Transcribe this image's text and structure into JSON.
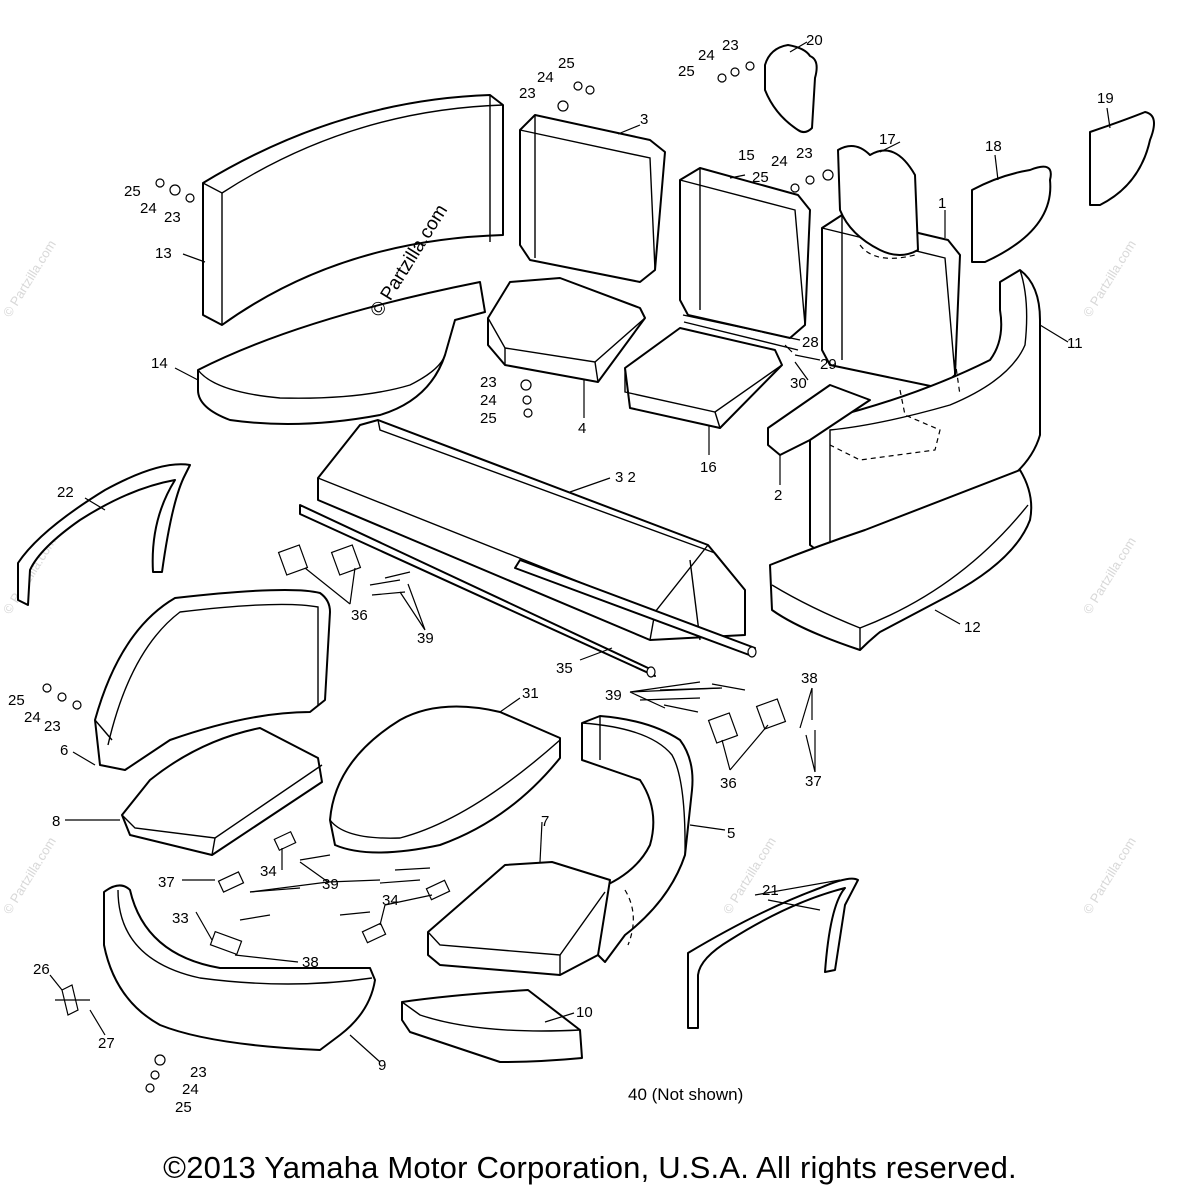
{
  "watermark": {
    "main": "© Partzilla.com",
    "faint": "© Partzilla.com"
  },
  "note": "40 (Not shown)",
  "copyright": "©2013  Yamaha Motor Corporation, U.S.A. All rights reserved.",
  "callouts": [
    {
      "id": "c1",
      "text": "1"
    },
    {
      "id": "c2",
      "text": "2"
    },
    {
      "id": "c3",
      "text": "3"
    },
    {
      "id": "c4",
      "text": "4"
    },
    {
      "id": "c5",
      "text": "5"
    },
    {
      "id": "c6",
      "text": "6"
    },
    {
      "id": "c7",
      "text": "7"
    },
    {
      "id": "c8",
      "text": "8"
    },
    {
      "id": "c9",
      "text": "9"
    },
    {
      "id": "c10",
      "text": "10"
    },
    {
      "id": "c11",
      "text": "11"
    },
    {
      "id": "c12",
      "text": "12"
    },
    {
      "id": "c13",
      "text": "13"
    },
    {
      "id": "c14",
      "text": "14"
    },
    {
      "id": "c15",
      "text": "15"
    },
    {
      "id": "c16",
      "text": "16"
    },
    {
      "id": "c17",
      "text": "17"
    },
    {
      "id": "c18",
      "text": "18"
    },
    {
      "id": "c19",
      "text": "19"
    },
    {
      "id": "c20",
      "text": "20"
    },
    {
      "id": "c21",
      "text": "21"
    },
    {
      "id": "c22",
      "text": "22"
    },
    {
      "id": "c23a",
      "text": "23"
    },
    {
      "id": "c24a",
      "text": "24"
    },
    {
      "id": "c25a",
      "text": "25"
    },
    {
      "id": "c23b",
      "text": "23"
    },
    {
      "id": "c24b",
      "text": "24"
    },
    {
      "id": "c25b",
      "text": "25"
    },
    {
      "id": "c23c",
      "text": "23"
    },
    {
      "id": "c24c",
      "text": "24"
    },
    {
      "id": "c25c",
      "text": "25"
    },
    {
      "id": "c23d",
      "text": "23"
    },
    {
      "id": "c24d",
      "text": "24"
    },
    {
      "id": "c25d",
      "text": "25"
    },
    {
      "id": "c23e",
      "text": "23"
    },
    {
      "id": "c24e",
      "text": "24"
    },
    {
      "id": "c25e",
      "text": "25"
    },
    {
      "id": "c23f",
      "text": "23"
    },
    {
      "id": "c24f",
      "text": "24"
    },
    {
      "id": "c25f",
      "text": "25"
    },
    {
      "id": "c23g",
      "text": "23"
    },
    {
      "id": "c24g",
      "text": "24"
    },
    {
      "id": "c25g",
      "text": "25"
    },
    {
      "id": "c26",
      "text": "26"
    },
    {
      "id": "c27",
      "text": "27"
    },
    {
      "id": "c28",
      "text": "28"
    },
    {
      "id": "c29",
      "text": "29"
    },
    {
      "id": "c30",
      "text": "30"
    },
    {
      "id": "c31",
      "text": "31"
    },
    {
      "id": "c32",
      "text": "3 2"
    },
    {
      "id": "c33",
      "text": "33"
    },
    {
      "id": "c34a",
      "text": "34"
    },
    {
      "id": "c34b",
      "text": "34"
    },
    {
      "id": "c35",
      "text": "35"
    },
    {
      "id": "c36a",
      "text": "36"
    },
    {
      "id": "c36b",
      "text": "36"
    },
    {
      "id": "c37a",
      "text": "37"
    },
    {
      "id": "c37b",
      "text": "37"
    },
    {
      "id": "c38a",
      "text": "38"
    },
    {
      "id": "c38b",
      "text": "38"
    },
    {
      "id": "c39a",
      "text": "39"
    },
    {
      "id": "c39b",
      "text": "39"
    },
    {
      "id": "c39c",
      "text": "39"
    }
  ]
}
